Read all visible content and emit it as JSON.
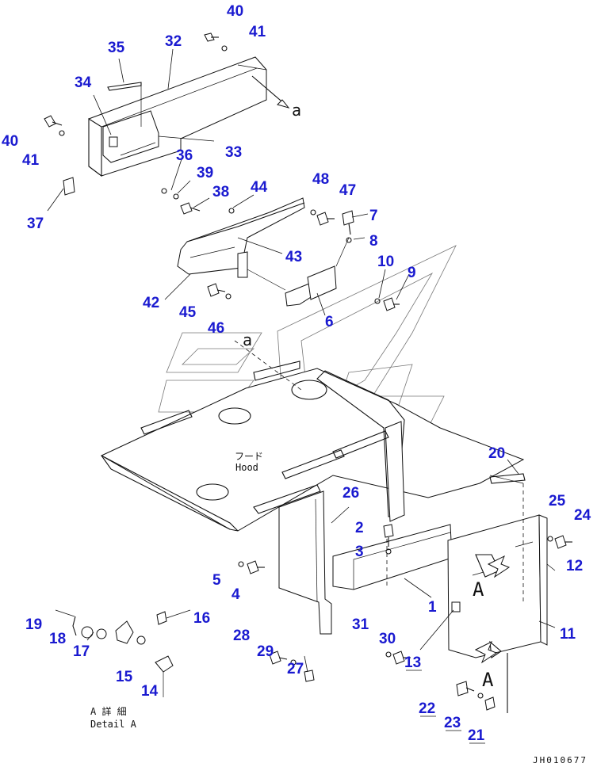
{
  "diagram": {
    "hood_label": "フード",
    "hood_label_en": "Hood",
    "detail_label": "A 詳 細",
    "detail_label_en": "Detail A",
    "view_marks": [
      {
        "id": "a-upper",
        "text": "a"
      },
      {
        "id": "a-lower",
        "text": "a"
      },
      {
        "id": "A-panel",
        "text": "A"
      },
      {
        "id": "A-lower",
        "text": "A"
      }
    ],
    "drawing_id": "JH010677",
    "callouts": [
      {
        "num": "1"
      },
      {
        "num": "2"
      },
      {
        "num": "3"
      },
      {
        "num": "4"
      },
      {
        "num": "5"
      },
      {
        "num": "6"
      },
      {
        "num": "7"
      },
      {
        "num": "8"
      },
      {
        "num": "9"
      },
      {
        "num": "10"
      },
      {
        "num": "11"
      },
      {
        "num": "12"
      },
      {
        "num": "13"
      },
      {
        "num": "14"
      },
      {
        "num": "15"
      },
      {
        "num": "16"
      },
      {
        "num": "17"
      },
      {
        "num": "18"
      },
      {
        "num": "19"
      },
      {
        "num": "20"
      },
      {
        "num": "21"
      },
      {
        "num": "22"
      },
      {
        "num": "23"
      },
      {
        "num": "24"
      },
      {
        "num": "25"
      },
      {
        "num": "26"
      },
      {
        "num": "27"
      },
      {
        "num": "28"
      },
      {
        "num": "29"
      },
      {
        "num": "30"
      },
      {
        "num": "31"
      },
      {
        "num": "32"
      },
      {
        "num": "33"
      },
      {
        "num": "34"
      },
      {
        "num": "35"
      },
      {
        "num": "36"
      },
      {
        "num": "37"
      },
      {
        "num": "38"
      },
      {
        "num": "39"
      },
      {
        "num": "40"
      },
      {
        "num": "40"
      },
      {
        "num": "41"
      },
      {
        "num": "41"
      },
      {
        "num": "42"
      },
      {
        "num": "43"
      },
      {
        "num": "44"
      },
      {
        "num": "45"
      },
      {
        "num": "46"
      },
      {
        "num": "47"
      },
      {
        "num": "48"
      }
    ],
    "colors": {
      "callout": "#1a1ad0",
      "line": "#111111",
      "background": "#ffffff"
    }
  }
}
